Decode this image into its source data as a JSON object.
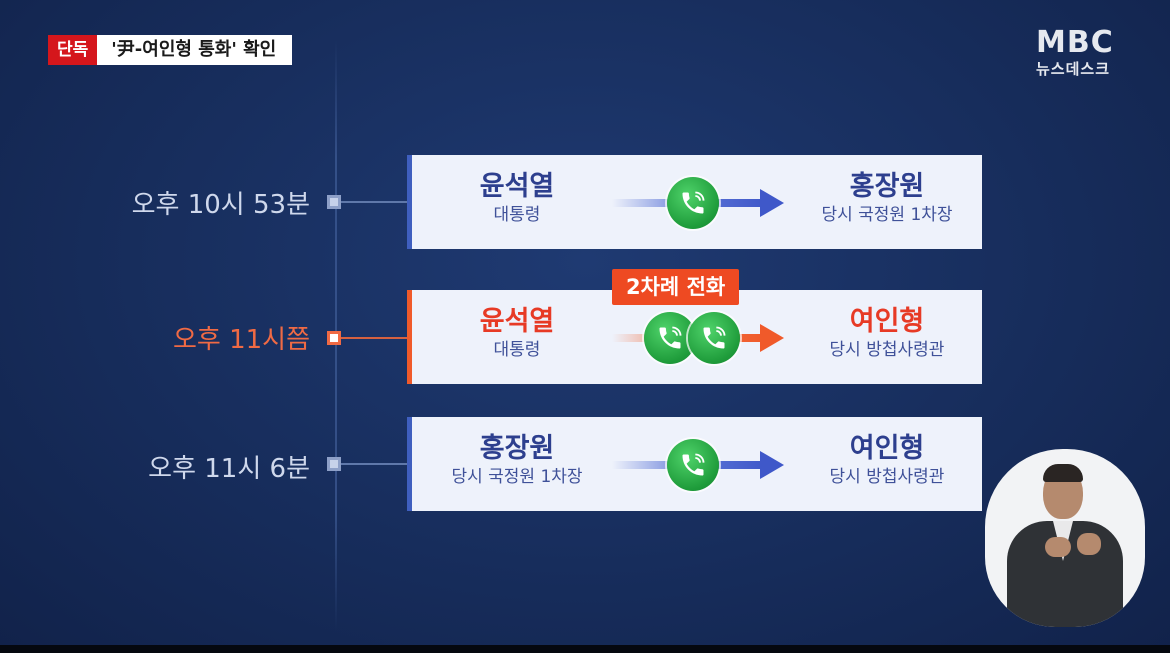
{
  "badge": {
    "tag": "단독",
    "title": "'尹-여인형 통화' 확인"
  },
  "logo": {
    "main": "MBC",
    "sub": "뉴스데스크"
  },
  "timeline": [
    {
      "time": "오후 10시 53분",
      "accent": false,
      "from": {
        "name": "윤석열",
        "role": "대통령"
      },
      "to": {
        "name": "홍장원",
        "role": "당시 국정원 1차장"
      }
    },
    {
      "time": "오후 11시쯤",
      "accent": true,
      "from": {
        "name": "윤석열",
        "role": "대통령"
      },
      "to": {
        "name": "여인형",
        "role": "당시 방첩사령관"
      },
      "callout": "2차례 전화"
    },
    {
      "time": "오후 11시 6분",
      "accent": false,
      "from": {
        "name": "홍장원",
        "role": "당시 국정원 1차장"
      },
      "to": {
        "name": "여인형",
        "role": "당시 방첩사령관"
      }
    }
  ],
  "colors": {
    "accent": "#f05a2a",
    "primary": "#3f58c9",
    "badge_red": "#d5161c",
    "phone_green": "#1e9b3a"
  },
  "icons": {
    "phone": "phone-call-icon"
  }
}
